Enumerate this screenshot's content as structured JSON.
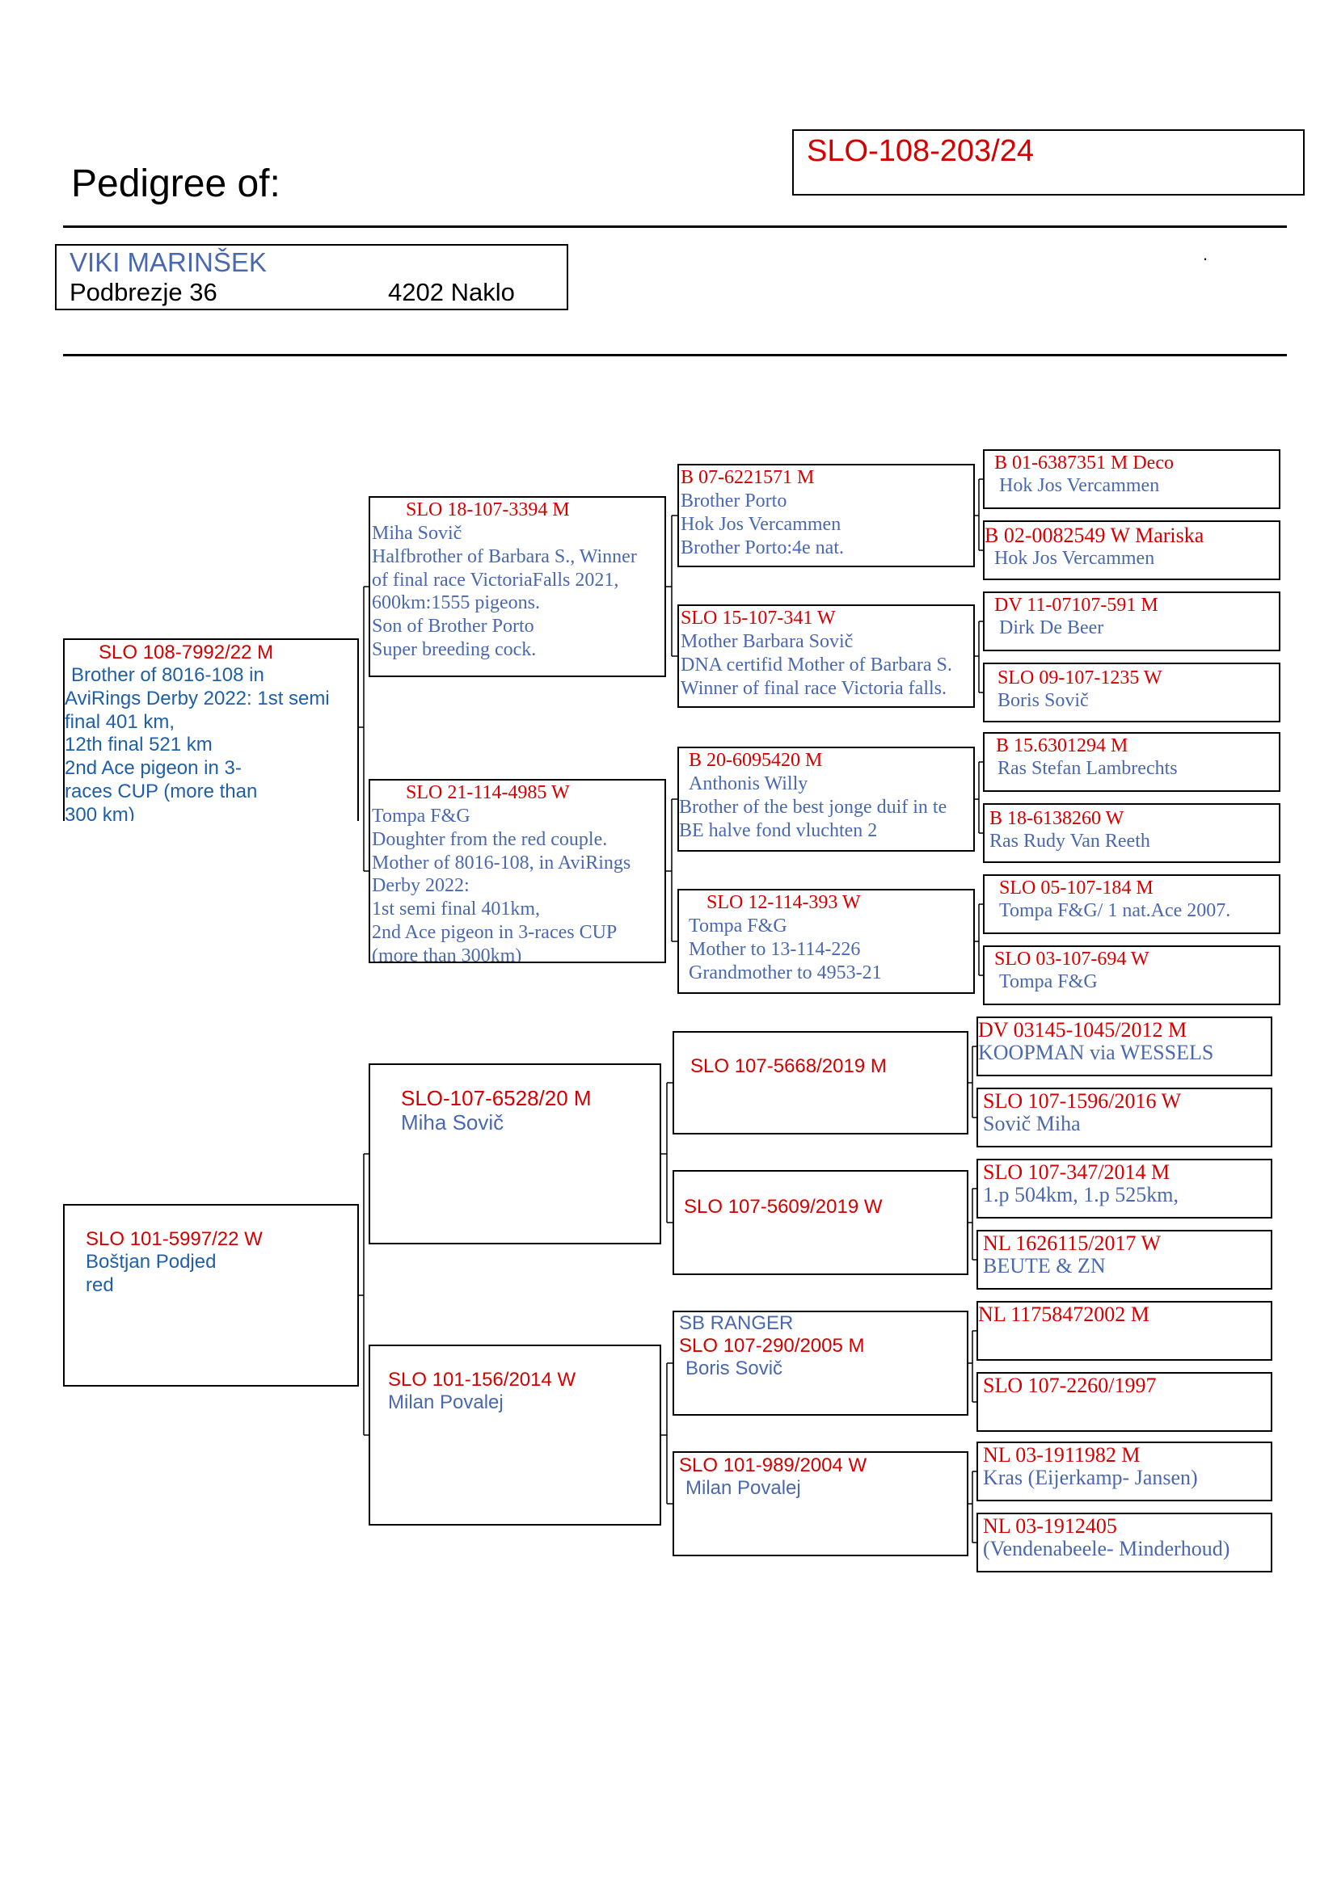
{
  "header": {
    "title": "Pedigree of:",
    "ring": "SLO-108-203/24",
    "dot": "."
  },
  "owner": {
    "name": "VIKI MARINŠEK",
    "street": "Podbrezje 36",
    "city": "4202 Naklo"
  },
  "gen1": {
    "sire": {
      "ring": "SLO 108-7992/22 M",
      "lines": [
        "Brother of 8016-108 in",
        "AviRings Derby 2022: 1st semi",
        "final 401 km,",
        "12th final 521 km",
        "2nd Ace pigeon in 3-",
        "races CUP (more than",
        "300 km)"
      ]
    },
    "dam": {
      "ring": "SLO 101-5997/22  W",
      "lines": [
        "Boštjan Podjed",
        "red"
      ]
    }
  },
  "gen2": [
    {
      "ring": "SLO 18-107-3394 M",
      "lines": [
        "Miha Sovič",
        "Halfbrother of Barbara S., Winner",
        "of final race VictoriaFalls 2021,",
        "600km:1555 pigeons.",
        "Son of Brother Porto",
        "Super breeding cock."
      ]
    },
    {
      "ring": "SLO 21-114-4985 W",
      "lines": [
        "Tompa F&G",
        "Doughter from the red couple.",
        "Mother of 8016-108, in AviRings",
        "Derby 2022:",
        "1st semi final 401km,",
        "2nd Ace pigeon in 3-races CUP",
        "(more than 300km)"
      ]
    },
    {
      "ring": "SLO-107-6528/20 M",
      "lines": [
        "Miha Sovič"
      ]
    },
    {
      "ring": "SLO 101-156/2014 W",
      "lines": [
        "Milan Povalej"
      ]
    }
  ],
  "gen3": [
    {
      "ring": "B 07-6221571 M",
      "lines": [
        "Brother Porto",
        "Hok Jos Vercammen",
        "Brother Porto:4e nat."
      ]
    },
    {
      "ring": "SLO 15-107-341 W",
      "lines": [
        "Mother Barbara Sovič",
        "DNA certifid Mother of Barbara S.",
        "Winner of final race Victoria falls."
      ]
    },
    {
      "ring": "B 20-6095420 M",
      "lines": [
        "Anthonis Willy",
        "Brother of the best jonge duif in te",
        "BE halve fond vluchten 2"
      ]
    },
    {
      "ring": "SLO 12-114-393 W",
      "lines": [
        "Tompa F&G",
        "Mother to 13-114-226",
        "Grandmother to 4953-21"
      ]
    },
    {
      "ring": "SLO 107-5668/2019 M",
      "lines": []
    },
    {
      "ring": "SLO 107-5609/2019 W",
      "lines": []
    },
    {
      "ring": "SLO 107-290/2005 M",
      "pre": "SB RANGER",
      "lines": [
        "Boris Sovič"
      ]
    },
    {
      "ring": "SLO 101-989/2004 W",
      "lines": [
        "Milan Povalej"
      ]
    }
  ],
  "gen4": [
    {
      "ring": "B 01-6387351 M  Deco",
      "lines": [
        "Hok Jos Vercammen"
      ]
    },
    {
      "ring": "B 02-0082549 W Mariska",
      "lines": [
        "Hok Jos Vercammen"
      ]
    },
    {
      "ring": "DV 11-07107-591 M",
      "lines": [
        "Dirk De Beer"
      ]
    },
    {
      "ring": "SLO 09-107-1235 W",
      "lines": [
        "Boris Sovič"
      ]
    },
    {
      "ring": "B 15.6301294 M",
      "lines": [
        "Ras Stefan Lambrechts"
      ]
    },
    {
      "ring": "B 18-6138260 W",
      "lines": [
        "Ras Rudy Van Reeth"
      ]
    },
    {
      "ring": "SLO 05-107-184 M",
      "lines": [
        "Tompa F&G/ 1 nat.Ace  2007."
      ]
    },
    {
      "ring": "SLO 03-107-694 W",
      "lines": [
        "Tompa F&G"
      ]
    },
    {
      "ring": "DV 03145-1045/2012 M",
      "lines": [
        "KOOPMAN via WESSELS"
      ]
    },
    {
      "ring": "SLO 107-1596/2016 W",
      "lines": [
        "Sovič Miha"
      ]
    },
    {
      "ring": "SLO 107-347/2014 M",
      "lines": [
        "1.p 504km, 1.p 525km,"
      ]
    },
    {
      "ring": "NL 1626115/2017 W",
      "lines": [
        "BEUTE & ZN"
      ]
    },
    {
      "ring": "NL 11758472002 M",
      "lines": []
    },
    {
      "ring": "SLO 107-2260/1997",
      "lines": []
    },
    {
      "ring": "NL 03-1911982 M",
      "lines": [
        "Kras (Eijerkamp- Jansen)"
      ]
    },
    {
      "ring": "NL 03-1912405",
      "lines": [
        "(Vendenabeele- Minderhoud)"
      ]
    }
  ]
}
